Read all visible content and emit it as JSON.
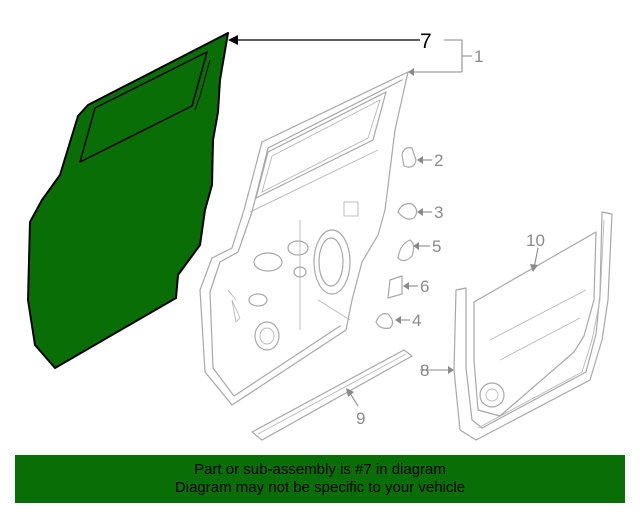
{
  "callouts": {
    "c1": "1",
    "c2": "2",
    "c3": "3",
    "c4": "4",
    "c5": "5",
    "c6": "6",
    "c7": "7",
    "c8": "8",
    "c9": "9",
    "c10": "10"
  },
  "colors": {
    "highlight_part": "#0a6e06",
    "banner_background": "#0a6e06",
    "ghost_lines": "#a8a8a8"
  },
  "footer": {
    "line1": "Part or sub-assembly is #7 in diagram",
    "line2": "Diagram may not be specific to your vehicle"
  }
}
